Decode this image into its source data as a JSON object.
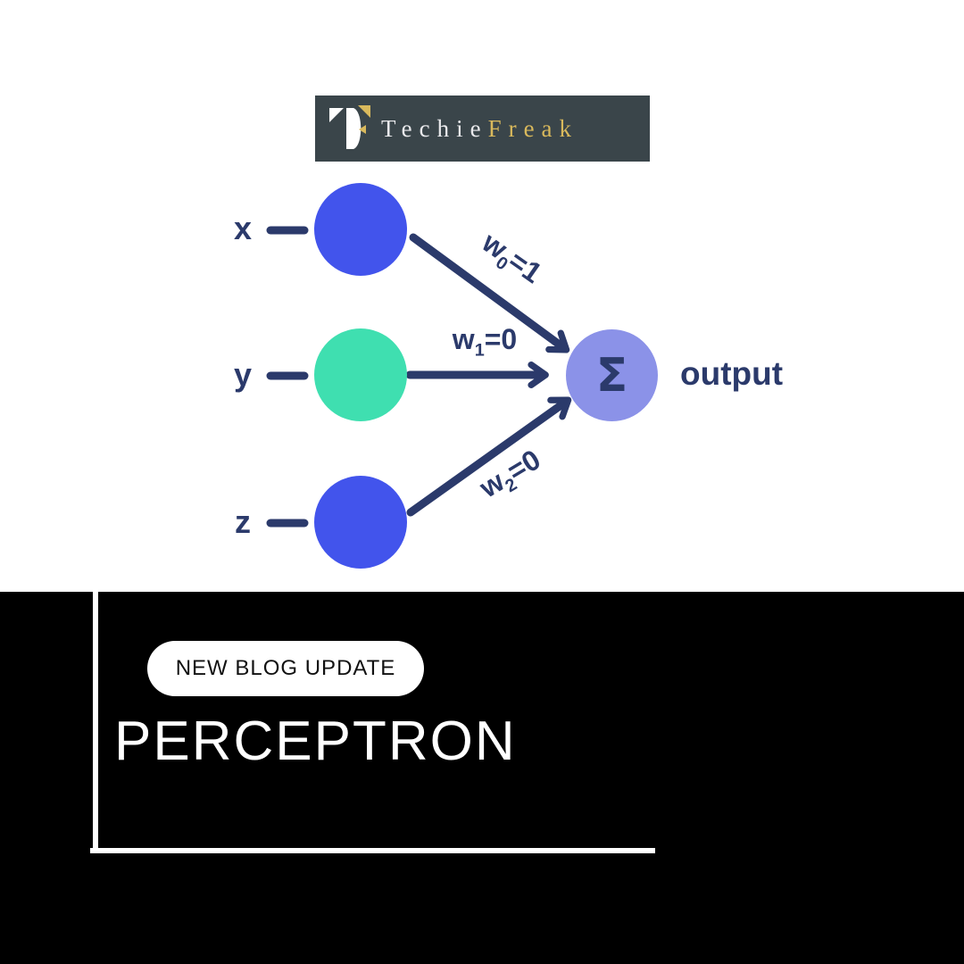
{
  "colors": {
    "page_bg": "#ffffff",
    "section_bg": "#000000",
    "navy": "#2B3A6B",
    "input_blue": "#4254EC",
    "input_teal": "#3FDFB0",
    "sum_purple": "#8B92E8",
    "logo_bg": "#3A454A",
    "logo_silver": "#E9E9EC",
    "logo_gold": "#D9B95C",
    "badge_bg": "#ffffff",
    "badge_text": "#111111",
    "title_color": "#ffffff"
  },
  "logo": {
    "brand_first": "Techie",
    "brand_second": "Freak"
  },
  "diagram": {
    "inputs": [
      {
        "label": "x",
        "color": "#4254EC"
      },
      {
        "label": "y",
        "color": "#3FDFB0"
      },
      {
        "label": "z",
        "color": "#4254EC"
      }
    ],
    "weights": [
      {
        "base": "w",
        "sub": "0",
        "value": "=1"
      },
      {
        "base": "w",
        "sub": "1",
        "value": "=0"
      },
      {
        "base": "w",
        "sub": "2",
        "value": "=0"
      }
    ],
    "sum_symbol": "Σ",
    "output_label": "output"
  },
  "banner": {
    "badge_label": "NEW BLOG UPDATE",
    "title": "PERCEPTRON"
  }
}
